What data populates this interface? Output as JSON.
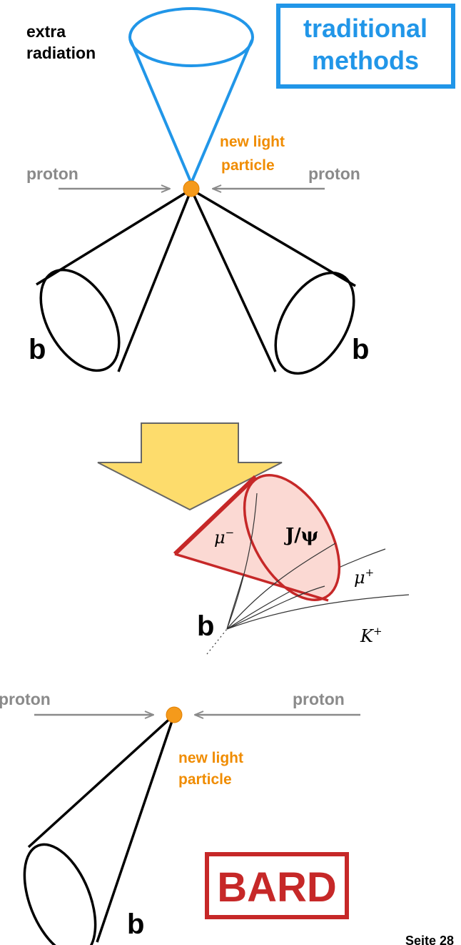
{
  "top": {
    "extra_radiation_line1": "extra",
    "extra_radiation_line2": "radiation",
    "method_line1": "traditional",
    "method_line2": "methods",
    "new_light_line1": "new light",
    "new_light_line2": "particle",
    "proton_left": "proton",
    "proton_right": "proton",
    "b_left": "b",
    "b_right": "b"
  },
  "bottom": {
    "mu_minus": "μ",
    "mu_minus_sup": "−",
    "jpsi": "J/ψ",
    "mu_plus": "μ",
    "mu_plus_sup": "+",
    "k_plus": "K",
    "k_plus_sup": "+",
    "b_upper": "b",
    "b_lower": "b",
    "proton_left": "proton",
    "proton_right": "proton",
    "new_light_line1": "new light",
    "new_light_line2": "particle",
    "bard": "BARD"
  },
  "footer": {
    "page": "Seite 28"
  },
  "colors": {
    "blue": "#2196e8",
    "orange": "#f08c00",
    "red": "#c62828",
    "gray": "#8a8a8a",
    "arrow_fill": "#fddc6c",
    "cone_fill": "#fbd9d3"
  }
}
